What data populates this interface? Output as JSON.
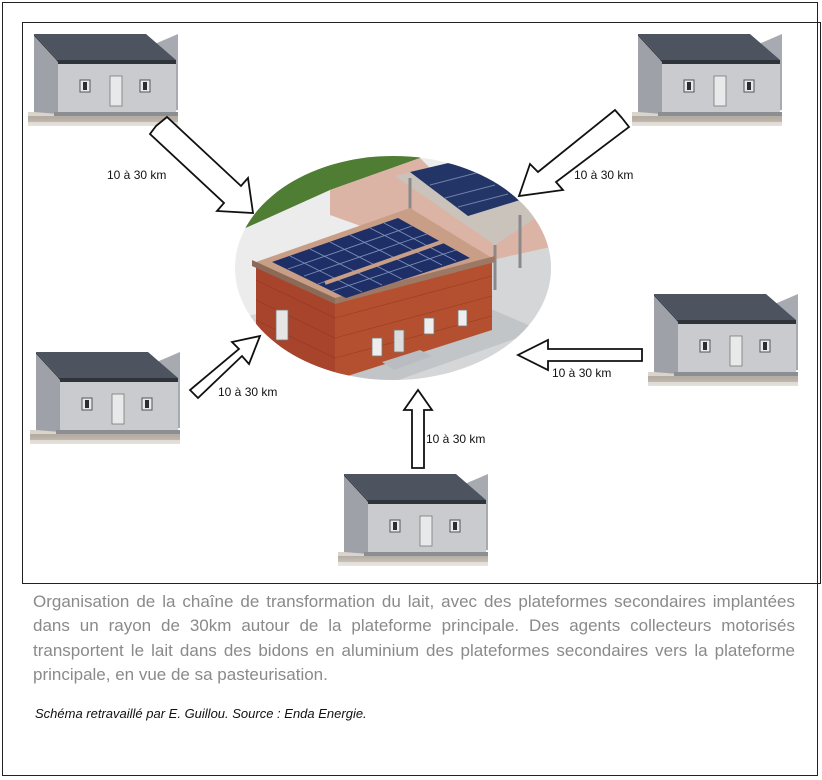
{
  "diagram": {
    "distance_labels": [
      "10 à 30 km",
      "10 à 30 km",
      "10 à 30 km",
      "10 à 30 km",
      "10 à 30 km"
    ]
  },
  "caption": {
    "text": "Organisation de la chaîne de transformation du lait, avec des plateformes secondaires implantées dans un rayon de 30km autour de la plateforme principale. Des agents collecteurs motorisés transportent le lait dans des bidons en aluminium des plateformes secondaires vers la plateforme principale, en vue de sa pasteurisation.",
    "credit": "Schéma retravaillé par E. Guillou. Source :  Enda Energie."
  },
  "colors": {
    "frame": "#222222",
    "caption_text": "#8a8a8a",
    "house_wall": "#c9cbce",
    "house_roof": "#4d5460",
    "brick": "#a8432c",
    "solar_panel": "#1d2f66",
    "grass": "#4f7d34"
  }
}
